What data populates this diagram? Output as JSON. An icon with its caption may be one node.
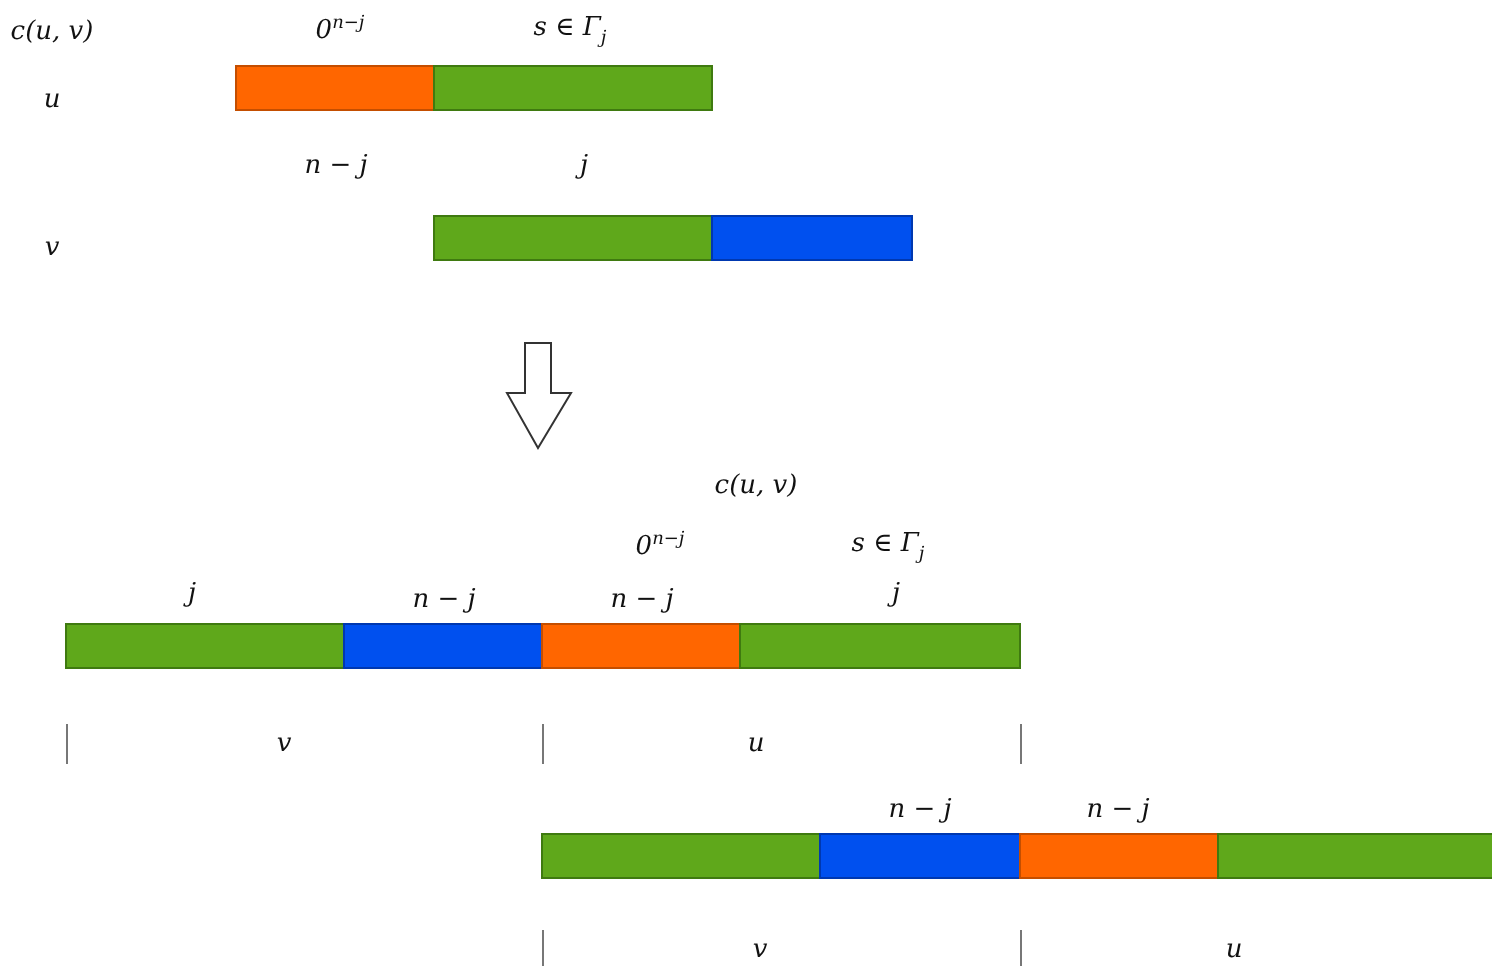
{
  "diagram": {
    "labels": [
      "c(u, v)",
      "0$^{n−j}$",
      "s ∈ Γ$_{j}$",
      "u",
      "n − j",
      "j",
      "v",
      "c(u, v)",
      "0$^{n−j}$",
      "s ∈ Γ$_{j}$",
      "j",
      "n − j",
      "n − j",
      "j",
      "v",
      "u",
      "n − j",
      "n − j",
      "v",
      "u"
    ]
  }
}
